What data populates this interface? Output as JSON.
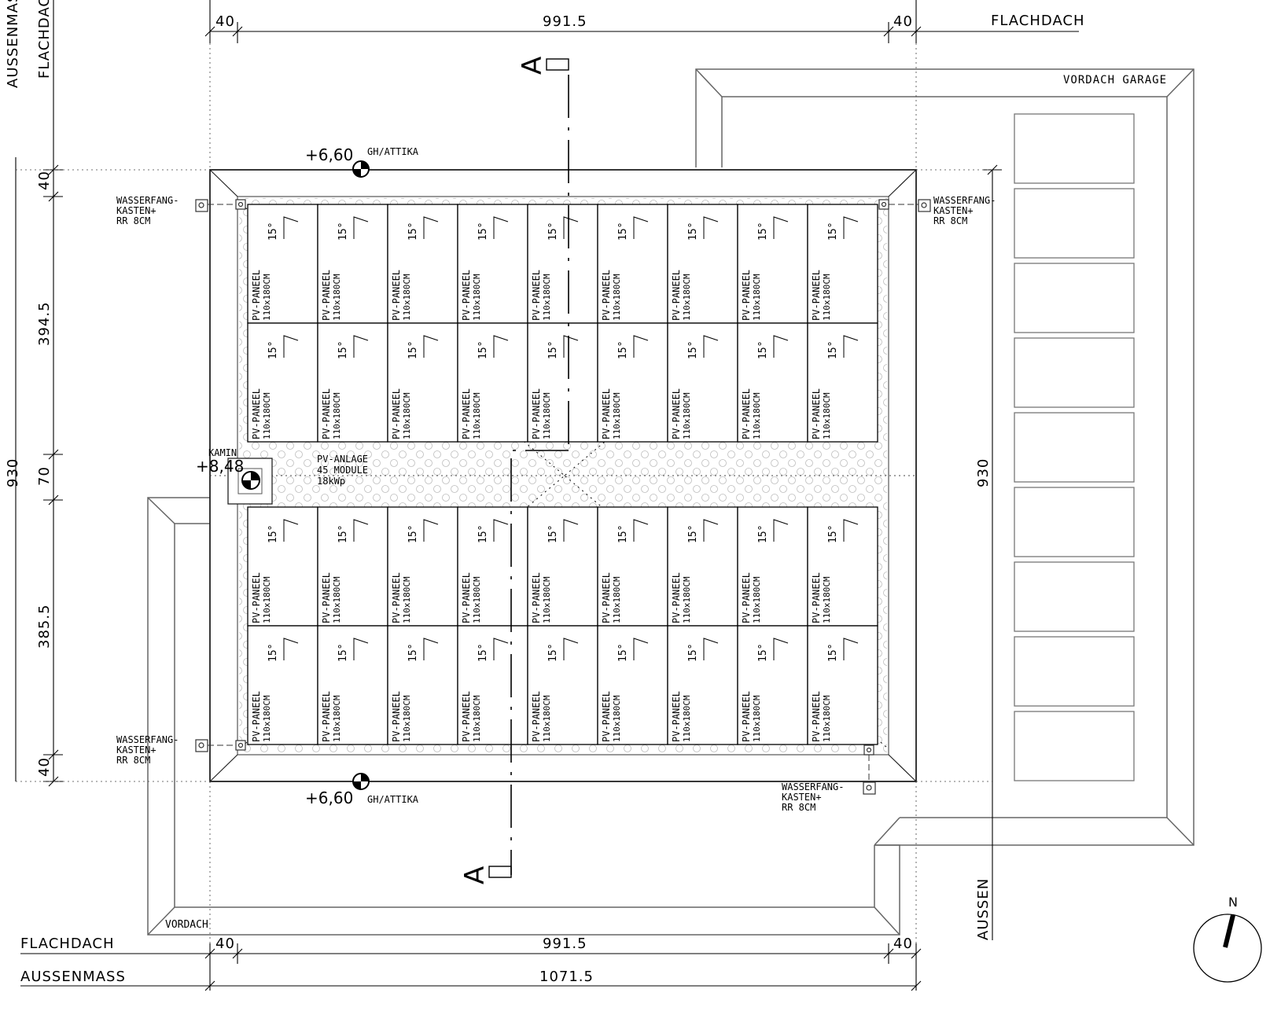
{
  "dimensions": {
    "top_flachdach": "FLACHDACH",
    "top_left_40": "40",
    "top_mid": "991.5",
    "top_right_40": "40",
    "left_aussenmass": "AUSSENMASS",
    "left_flachdach": "FLACHDACH",
    "left_40_top": "40",
    "left_394": "394.5",
    "left_70": "70",
    "left_385": "385.5",
    "left_40_bottom": "40",
    "left_930": "930",
    "right_930": "930",
    "right_aussen": "AUSSEN",
    "bottom_flachdach": "FLACHDACH",
    "bottom_left_40": "40",
    "bottom_mid": "991.5",
    "bottom_right_40": "40",
    "bottom_aussenmass": "AUSSENMASS",
    "bottom_total": "1071.5"
  },
  "labels": {
    "vordach_garage": "VORDACH GARAGE",
    "vordach": "VORDACH",
    "level_top": "+6,60",
    "level_bottom": "+6,60",
    "gh_attika_top": "GH/ATTIKA",
    "gh_attika_bottom": "GH/ATTIKA",
    "kamin": "KAMIN",
    "kamin_level": "+8,48",
    "pv_line1": "PV-ANLAGE",
    "pv_line2": "45 MODULE",
    "pv_line3": "18kWp",
    "section_top": "A",
    "section_bottom": "A",
    "north": "N"
  },
  "drains": {
    "tl": [
      "WASSERFANG-",
      "KASTEN+",
      "RR 8CM"
    ],
    "tr": [
      "WASSERFANG-",
      "KASTEN+",
      "RR 8CM"
    ],
    "bl": [
      "WASSERFANG-",
      "KASTEN+",
      "RR 8CM"
    ],
    "br": [
      "WASSERFANG-",
      "KASTEN+",
      "RR 8CM"
    ]
  },
  "panel": {
    "label1": "PV-PANEEL",
    "label2": "110x180CM",
    "angle": "15°",
    "columns": 9,
    "rows": 4
  }
}
